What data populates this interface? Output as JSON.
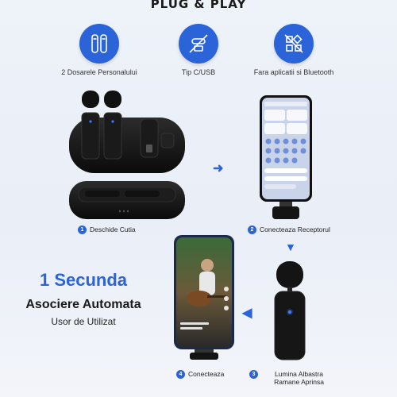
{
  "title": "PLUG & PLAY",
  "features": [
    {
      "label": "2 Dosarele Personalului",
      "icon": "microphones-icon"
    },
    {
      "label": "Tip C/USB",
      "icon": "usb-c-icon"
    },
    {
      "label": "Fara aplicatii si Bluetooth",
      "icon": "no-app-no-bluetooth-icon"
    }
  ],
  "steps": [
    {
      "num": "1",
      "label": "Deschide Cutia"
    },
    {
      "num": "2",
      "label": "Conecteaza Receptorul"
    },
    {
      "num": "3",
      "label": "Lumina Albastra Ramane Aprinsa"
    },
    {
      "num": "4",
      "label": "Conecteaza"
    }
  ],
  "headline": {
    "line1": "1 Secunda",
    "line2": "Asociere Automata",
    "line3": "Usor de Utilizat"
  },
  "colors": {
    "accent": "#2b63d8",
    "device": "#141414"
  }
}
